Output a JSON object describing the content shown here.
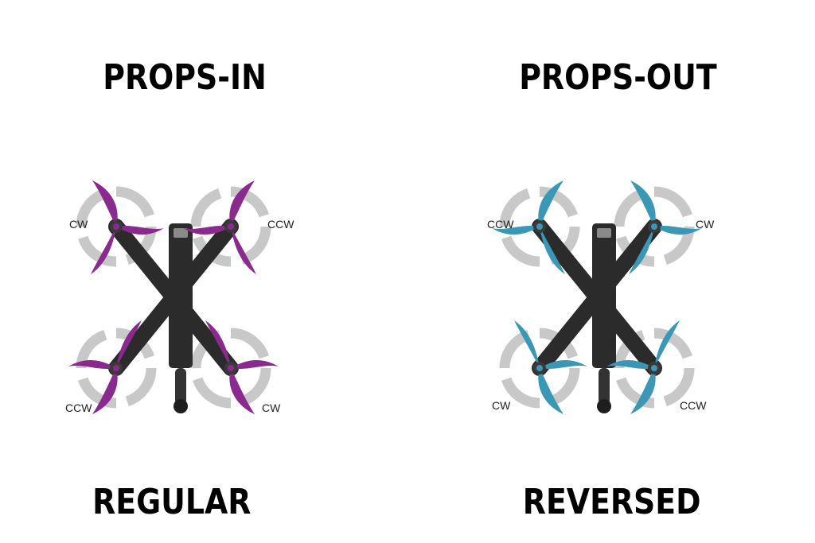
{
  "headings": {
    "left_top": "PROPS-IN",
    "right_top": "PROPS-OUT",
    "left_bottom": "REGULAR",
    "right_bottom": "REVERSED"
  },
  "left_quad": {
    "prop_color": "#8a2a8f",
    "labels": {
      "front_left": "CW",
      "front_right": "CCW",
      "rear_left": "CCW",
      "rear_right": "CW"
    }
  },
  "right_quad": {
    "prop_color": "#3a97b5",
    "labels": {
      "front_left": "CCW",
      "front_right": "CW",
      "rear_left": "CW",
      "rear_right": "CCW"
    }
  },
  "colors": {
    "frame": "#2b2b2b",
    "arrow": "#c8c8c8"
  }
}
